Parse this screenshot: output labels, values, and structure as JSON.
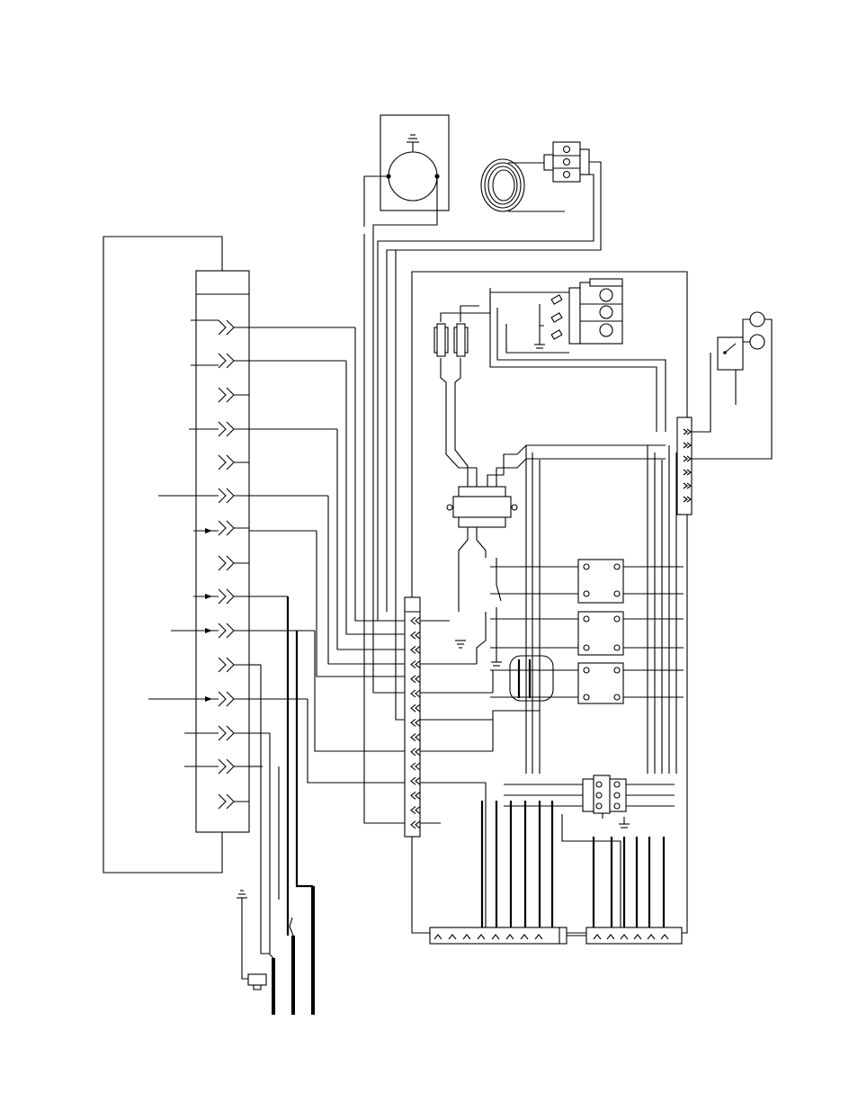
{
  "diagram": {
    "type": "wiring-schematic",
    "text_labels": [],
    "colors": {
      "line": "#000000",
      "background": "#ffffff"
    },
    "components": [
      "motor-box",
      "coiled-capillary-sensor",
      "sensor-terminal-block",
      "left-connector-strip",
      "main-control-board",
      "terminal-strip",
      "transformer",
      "fuse-pair",
      "relay-k1",
      "relay-k2",
      "relay-k3",
      "capacitor",
      "power-terminal-block",
      "switch-assembly",
      "right-connector",
      "bottom-connector-left",
      "bottom-connector-right",
      "ground-symbols",
      "power-cords"
    ]
  }
}
